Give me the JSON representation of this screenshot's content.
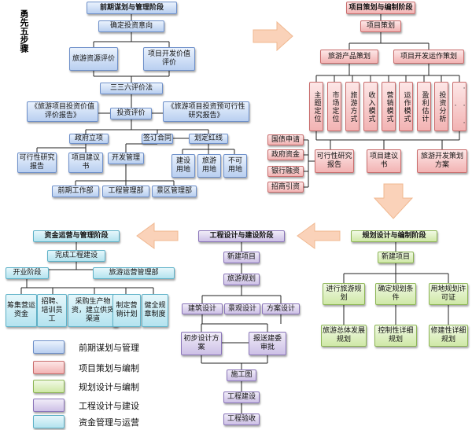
{
  "side_title": "勇先五步骤",
  "stage1": {
    "title": "前期谋划与管理阶段",
    "b_intent": "确定投资意向",
    "b_resource": "旅游资源评价",
    "b_project_eval": "项目开发价值评价",
    "b_336": "三三六评价法",
    "b_report1": "《旅游项目投资价值评价报告》",
    "b_invest": "投资评价",
    "b_report2": "《旅游项目投资预可行性研究报告》",
    "b_gov": "政府立项",
    "b_contract": "签订合同",
    "b_redline": "划定红线",
    "b_feasibility": "可行性研究报告",
    "b_proposal": "项目建议书",
    "b_dev_mgmt": "开发管理",
    "b_build_land": "建设用地",
    "b_tour_land": "旅游用地",
    "b_no_land": "不可用地",
    "b_dept1": "前期工作部",
    "b_dept2": "工程管理部",
    "b_dept3": "景区管理部"
  },
  "stage2": {
    "title": "项目策划与编制阶段",
    "b_plan": "项目策划",
    "b_product": "旅游产品策划",
    "b_ops": "项目开发运作策划",
    "cols": [
      "主题定位",
      "市场定位",
      "旅游方式",
      "收入模式",
      "营销模式",
      "运作模式",
      "盈利估计",
      "投资分析",
      "· · · ·"
    ],
    "finance": [
      "国债申请",
      "政府资金",
      "银行融资",
      "招商引资"
    ],
    "b_feasibility": "可行性研究报告",
    "b_proposal": "项目建议书",
    "b_scheme": "旅游开发策划方案"
  },
  "stage3": {
    "title": "规划设计与编制阶段",
    "b_new": "新建项目",
    "b_plan1": "进行旅游规划",
    "b_cond": "确定规划条件",
    "b_permit": "用地规划许可证",
    "b_general": "旅游总体发展规划",
    "b_control": "控制性详细规划",
    "b_detail": "修建性详细规划"
  },
  "stage4": {
    "title": "工程设计与建设阶段",
    "b_new": "新建项目",
    "b_tour": "旅游规划",
    "b_arch": "建筑设计",
    "b_land": "景观设计",
    "b_scheme": "方案设计",
    "b_prelim": "初步设计方案",
    "b_approve": "报送建委审批",
    "b_drawing": "施工图",
    "b_build": "工程建设",
    "b_accept": "工程验收"
  },
  "stage5": {
    "title": "资金运营与管理阶段",
    "b_complete": "完成工程建设",
    "b_open": "开业阶段",
    "b_ops": "旅游运营管理部",
    "leaves": [
      "筹集营运资金",
      "招聘、培训员工",
      "采购生产物资，建立供货渠道",
      "制定营销计划",
      "健全规章制度"
    ]
  },
  "legend": [
    {
      "color": "blue",
      "label": "前期谋划与管理"
    },
    {
      "color": "red",
      "label": "项目策划与编制"
    },
    {
      "color": "green",
      "label": "规划设计与编制"
    },
    {
      "color": "purple",
      "label": "工程设计与建设"
    },
    {
      "color": "cyan",
      "label": "资金管理与运营"
    }
  ]
}
